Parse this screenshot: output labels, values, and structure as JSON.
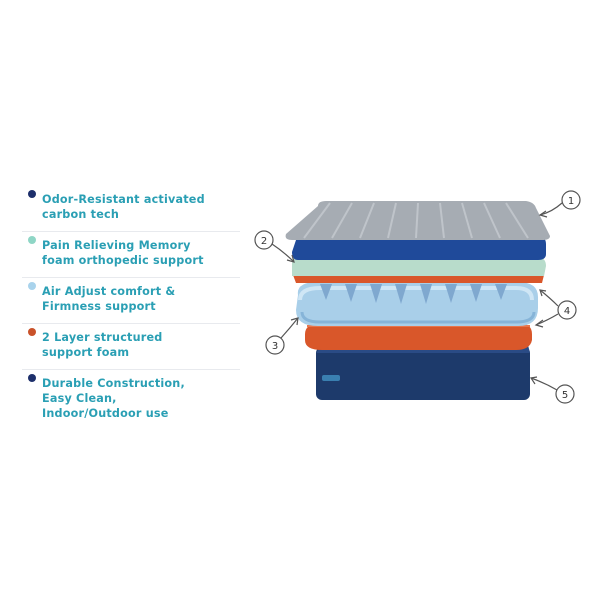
{
  "features": [
    {
      "text": "Odor-Resistant activated carbon tech",
      "line1": "Odor-Resistant activated",
      "line2": "carbon tech",
      "color": "#1d2f6b"
    },
    {
      "text": "Pain Relieving Memory foam orthopedic support",
      "line1": "Pain Relieving Memory",
      "line2": "foam orthopedic support",
      "color": "#8fd6c6"
    },
    {
      "text": "Air Adjust comfort & Firmness support",
      "line1": "Air Adjust comfort &",
      "line2": "Firmness support",
      "color": "#a9d3ec"
    },
    {
      "text": "2 Layer structured support foam",
      "line1": "2 Layer structured",
      "line2": "support foam",
      "color": "#c9522a"
    },
    {
      "text": "Durable Construction, Easy Clean, Indoor/Outdoor use",
      "line1": "Durable Construction,",
      "line2": "Easy Clean,",
      "line3": "Indoor/Outdoor use",
      "color": "#1d2f6b"
    }
  ],
  "callouts": [
    "1",
    "2",
    "3",
    "4",
    "5"
  ],
  "colors": {
    "top_cover": "#a6acb3",
    "carbon_layer": "#1f4a9a",
    "memory_foam": "#b8dccb",
    "orange_foam": "#d9572a",
    "air_chamber": "#a9cfe9",
    "base": "#1d3a6b",
    "label_text": "#2a9fb4"
  }
}
